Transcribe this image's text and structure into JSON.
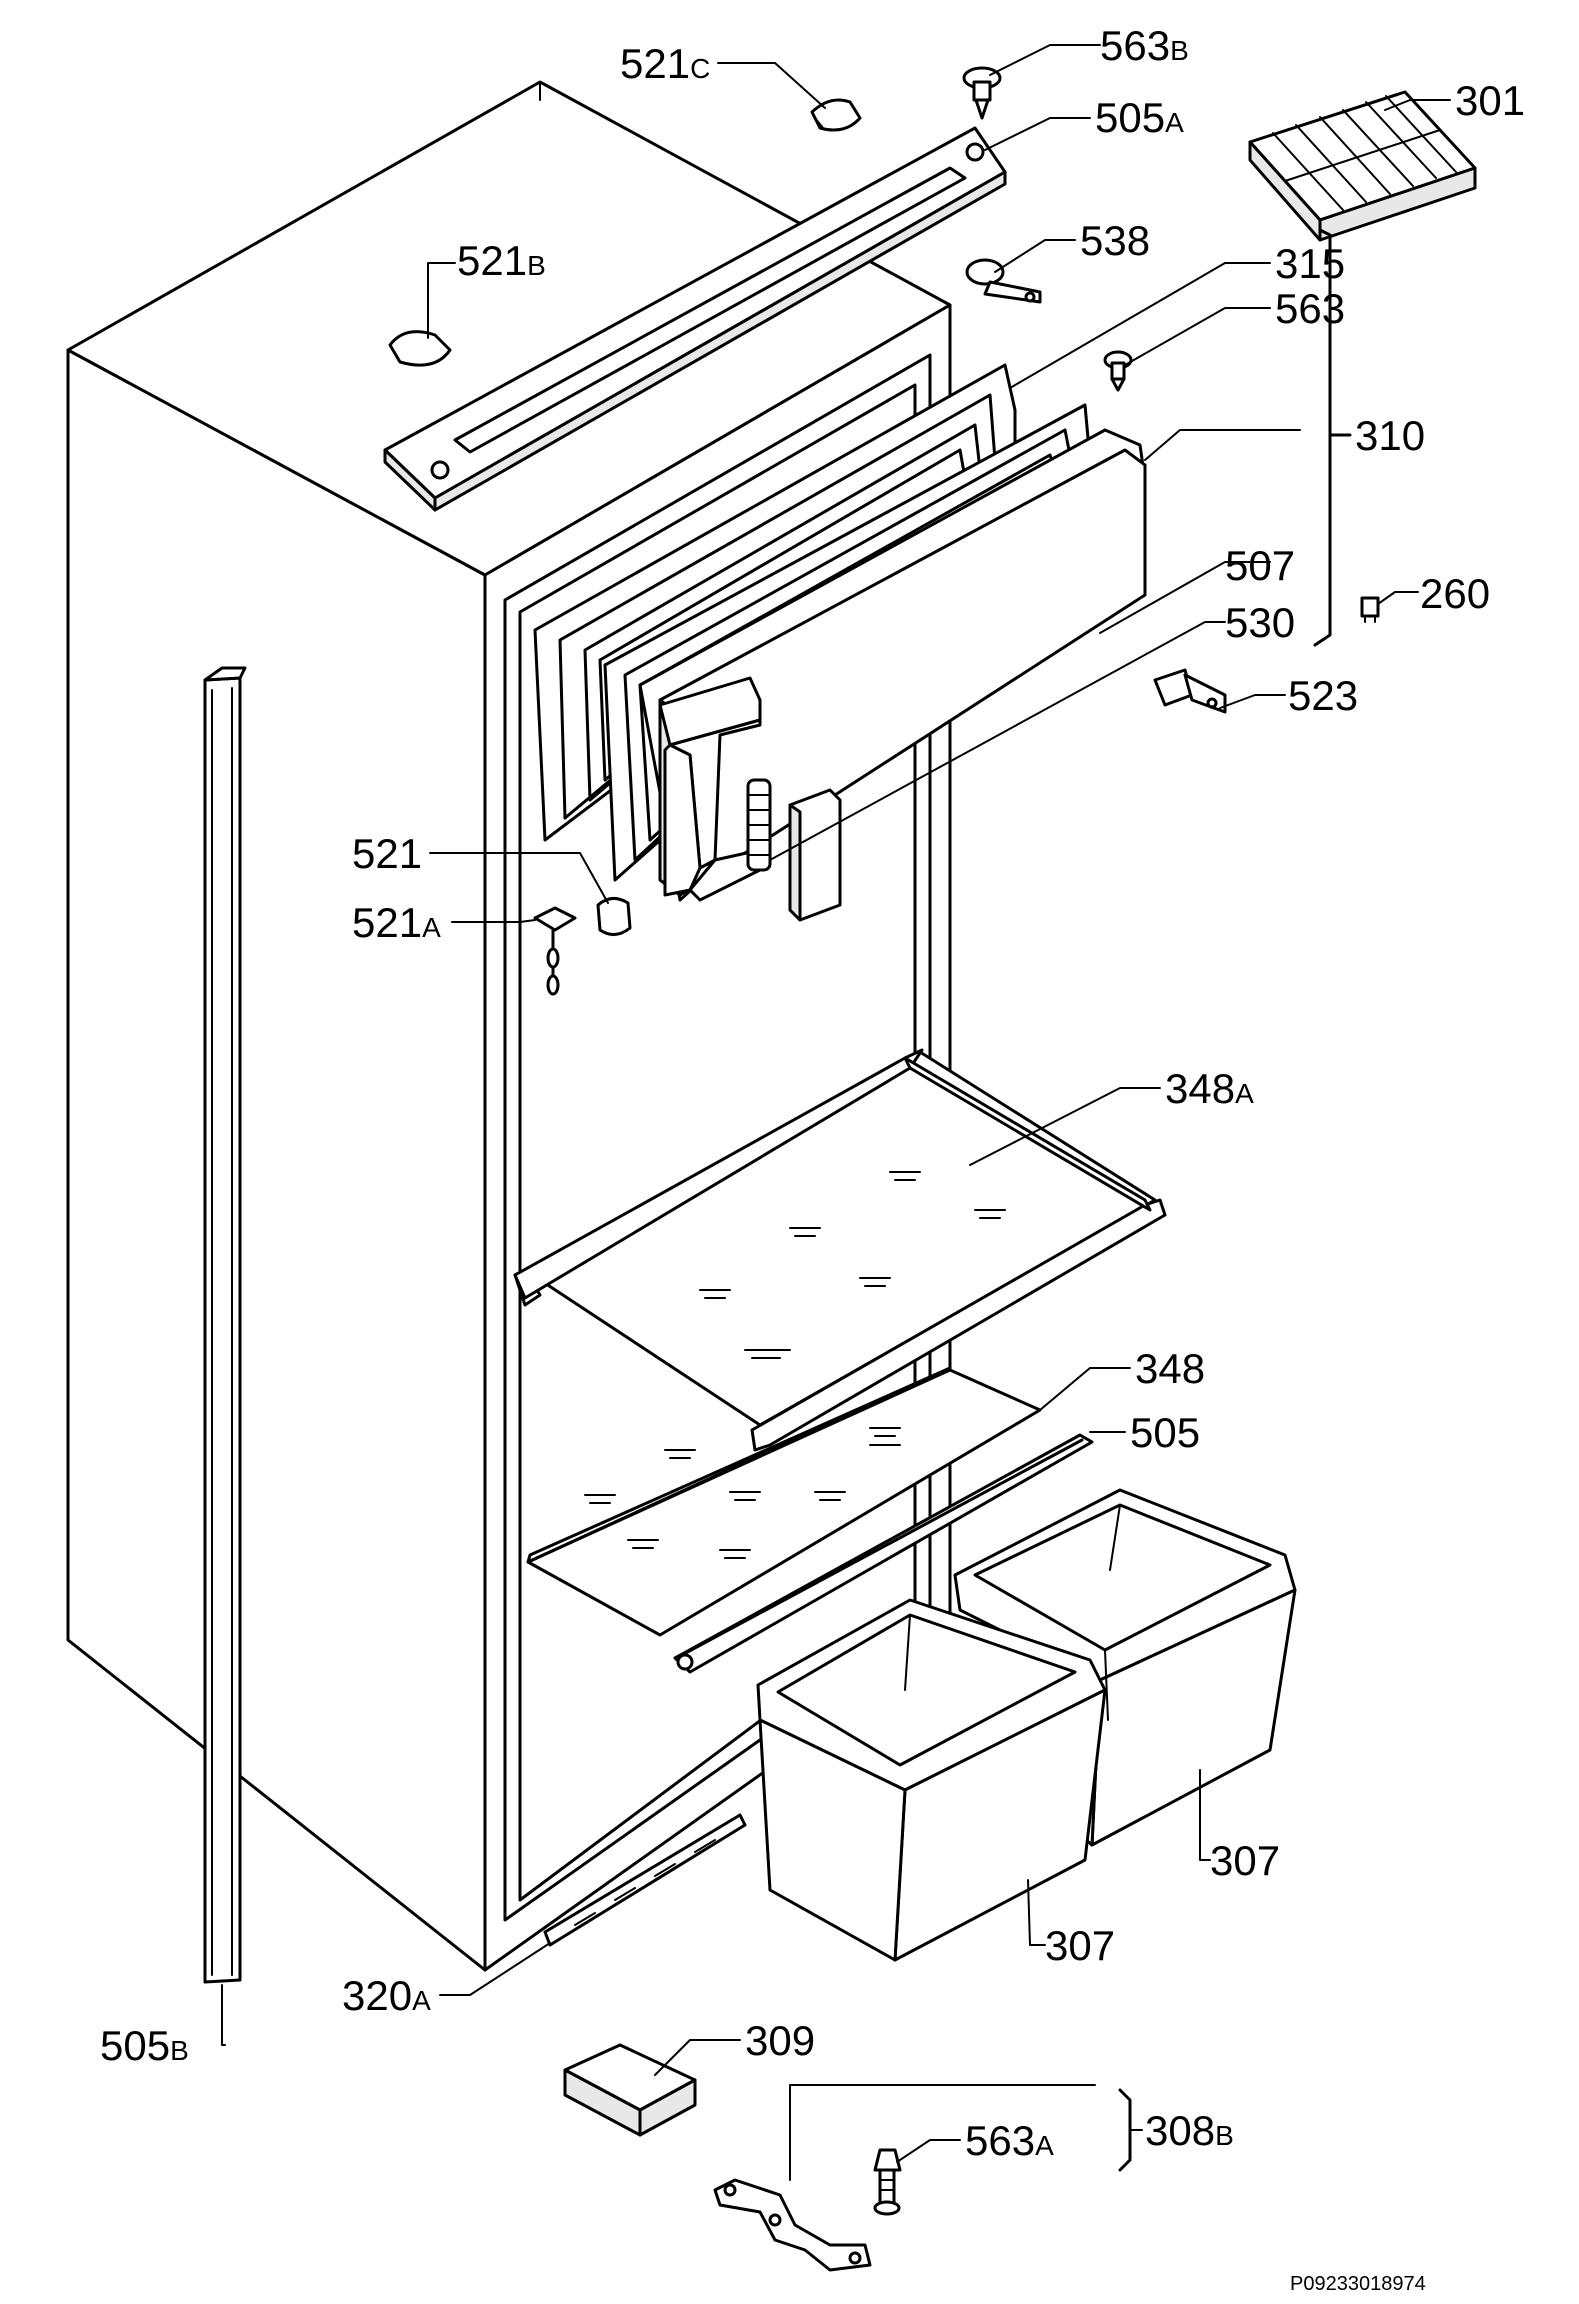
{
  "drawing_code": "P09233018974",
  "labels": [
    {
      "id": "l521c",
      "num": "521",
      "suf": "C"
    },
    {
      "id": "l563b",
      "num": "563",
      "suf": "B"
    },
    {
      "id": "l505a",
      "num": "505",
      "suf": "A"
    },
    {
      "id": "l301",
      "num": "301",
      "suf": ""
    },
    {
      "id": "l521b",
      "num": "521",
      "suf": "B"
    },
    {
      "id": "l538",
      "num": "538",
      "suf": ""
    },
    {
      "id": "l315",
      "num": "315",
      "suf": ""
    },
    {
      "id": "l563",
      "num": "563",
      "suf": ""
    },
    {
      "id": "l310",
      "num": "310",
      "suf": ""
    },
    {
      "id": "l507",
      "num": "507",
      "suf": ""
    },
    {
      "id": "l260",
      "num": "260",
      "suf": ""
    },
    {
      "id": "l530",
      "num": "530",
      "suf": ""
    },
    {
      "id": "l523",
      "num": "523",
      "suf": ""
    },
    {
      "id": "l521",
      "num": "521",
      "suf": ""
    },
    {
      "id": "l521a",
      "num": "521",
      "suf": "A"
    },
    {
      "id": "l348a",
      "num": "348",
      "suf": "A"
    },
    {
      "id": "l348",
      "num": "348",
      "suf": ""
    },
    {
      "id": "l505",
      "num": "505",
      "suf": ""
    },
    {
      "id": "l307r",
      "num": "307",
      "suf": ""
    },
    {
      "id": "l307l",
      "num": "307",
      "suf": ""
    },
    {
      "id": "l320a",
      "num": "320",
      "suf": "A"
    },
    {
      "id": "l505b",
      "num": "505",
      "suf": "B"
    },
    {
      "id": "l309",
      "num": "309",
      "suf": ""
    },
    {
      "id": "l563a",
      "num": "563",
      "suf": "A"
    },
    {
      "id": "l308b",
      "num": "308",
      "suf": "B"
    }
  ]
}
